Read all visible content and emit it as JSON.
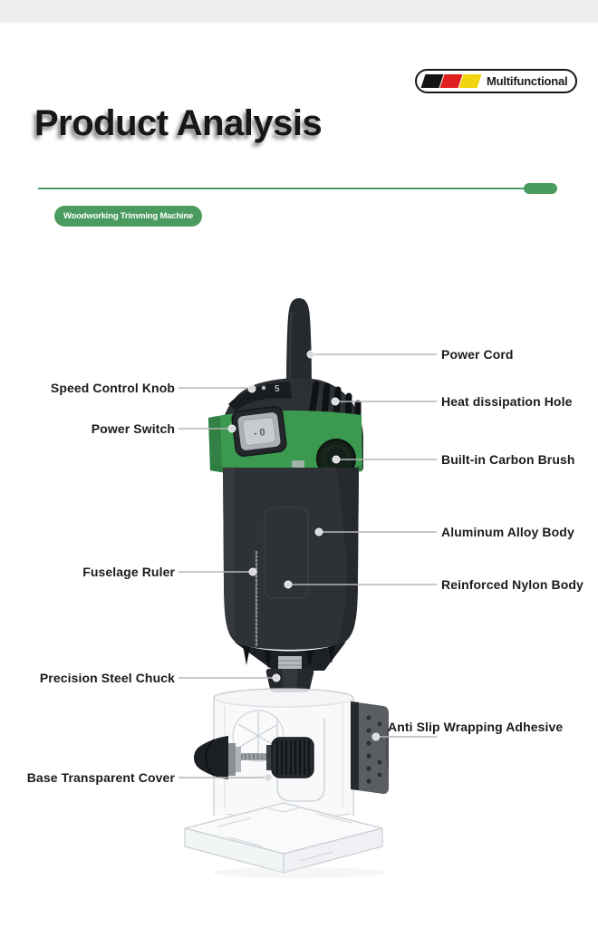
{
  "header": {
    "badge": {
      "label": "Multifunctional",
      "flag_colors": {
        "stripe1": "#141414",
        "stripe2": "#e01f1f",
        "stripe3": "#f0d40e"
      }
    },
    "title": "Product Analysis",
    "tag": "Woodworking Trimming Machine"
  },
  "colors": {
    "accent_green": "#4a9b5f",
    "machine_band_green": "#3c9a50",
    "machine_body_dark": "#2e3136",
    "leader_gray": "#b5b5b5",
    "top_band_gray": "#efefef"
  },
  "machine": {
    "dial_mark": "5",
    "switch_mark": "- 0"
  },
  "product": {
    "callouts_left": [
      "Speed Control Knob",
      "Power Switch",
      "Fuselage Ruler",
      "Precision Steel Chuck",
      "Base Transparent Cover"
    ],
    "callouts_right": [
      "Power Cord",
      "Heat dissipation Hole",
      "Built-in Carbon Brush",
      "Aluminum Alloy Body",
      "Reinforced Nylon Body",
      "Anti Slip Wrapping Adhesive"
    ]
  }
}
